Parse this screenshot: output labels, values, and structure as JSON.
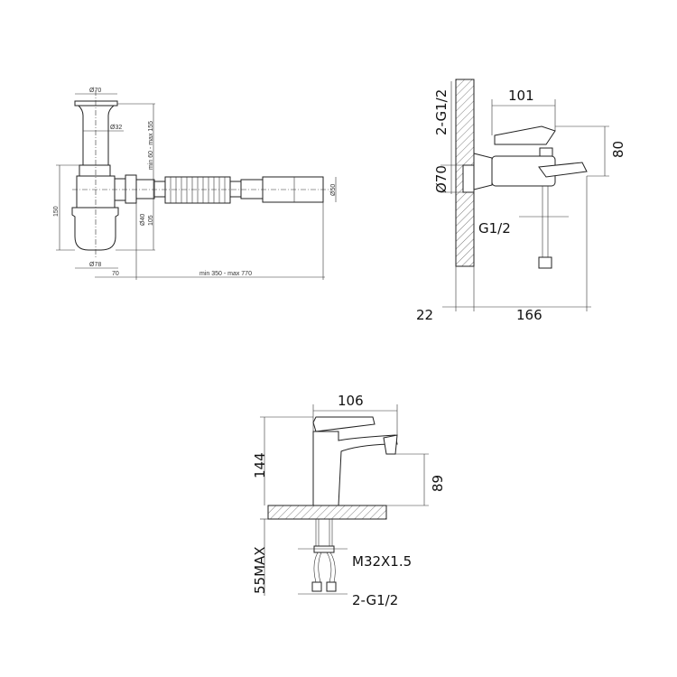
{
  "siphon": {
    "top_diameter": "Ø70",
    "tube_diameter": "Ø32",
    "height_range": "min 60 - max 155",
    "height": "150",
    "outlet_diameter": "Ø50",
    "pipe_diameter": "Ø40",
    "outlet_height": "105",
    "bottom_diameter": "Ø78",
    "offset": "70",
    "length_range": "min 350 - max 770"
  },
  "bath_mixer": {
    "inlet_thread": "2-G1/2",
    "flange_diameter": "Ø70",
    "body_width": "101",
    "height": "80",
    "outlet_thread": "G1/2",
    "wall_offset": "22",
    "depth": "166"
  },
  "basin_mixer": {
    "width": "106",
    "height": "144",
    "spout_height": "89",
    "max_thickness": "55MAX",
    "mount_thread": "M32X1.5",
    "inlet_thread": "2-G1/2"
  }
}
